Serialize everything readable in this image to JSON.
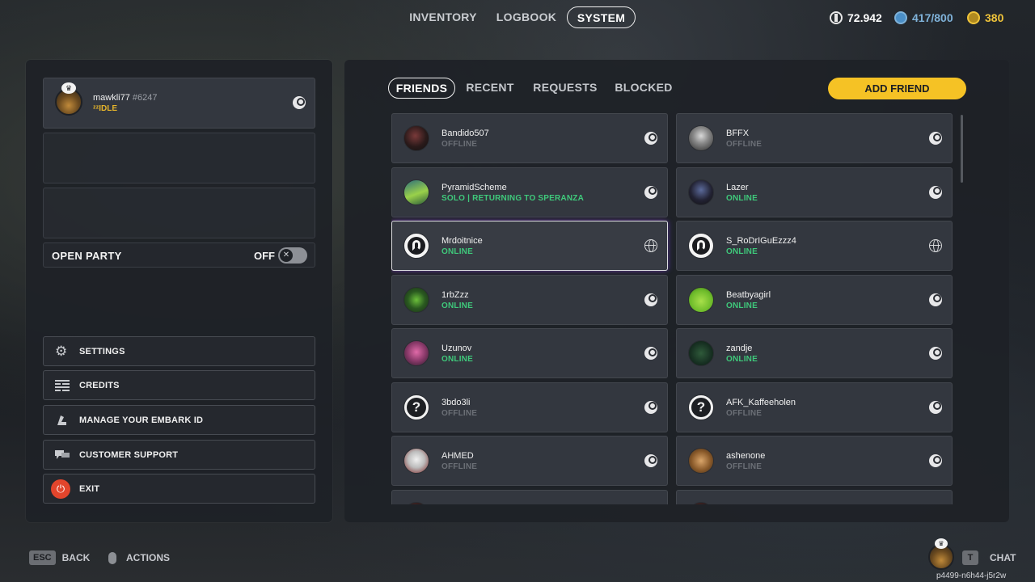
{
  "topnav": {
    "tabs": [
      {
        "label": "INVENTORY",
        "active": false
      },
      {
        "label": "LOGBOOK",
        "active": false
      },
      {
        "label": "SYSTEM",
        "active": true
      }
    ],
    "currencies": [
      {
        "icon": "coins-icon",
        "value": "72.942",
        "color": "#ffffff"
      },
      {
        "icon": "tokens-icon",
        "value": "417/800",
        "color": "#7fb2d9"
      },
      {
        "icon": "multibucks-icon",
        "value": "380",
        "color": "#f0c43a"
      }
    ]
  },
  "profile": {
    "name": "mawkli77",
    "tag": "#6247",
    "status": "IDLE",
    "status_prefix": "ᶻᶻ"
  },
  "party": {
    "label": "OPEN PARTY",
    "state": "OFF"
  },
  "menu": [
    {
      "label": "SETTINGS",
      "icon": "gear-icon"
    },
    {
      "label": "CREDITS",
      "icon": "credits-list-icon"
    },
    {
      "label": "MANAGE YOUR EMBARK ID",
      "icon": "embark-id-icon"
    },
    {
      "label": "CUSTOMER SUPPORT",
      "icon": "support-chat-icon"
    },
    {
      "label": "EXIT",
      "icon": "power-icon"
    }
  ],
  "friends_tabs": [
    {
      "label": "FRIENDS",
      "active": true
    },
    {
      "label": "RECENT",
      "active": false
    },
    {
      "label": "REQUESTS",
      "active": false
    },
    {
      "label": "BLOCKED",
      "active": false
    }
  ],
  "add_friend_label": "ADD FRIEND",
  "friends": [
    {
      "name": "Bandido507",
      "status": "OFFLINE",
      "state": "offline",
      "platform": "steam-icon",
      "avatar": "dark"
    },
    {
      "name": "BFFX",
      "status": "OFFLINE",
      "state": "offline",
      "platform": "steam-icon",
      "avatar": "portrait"
    },
    {
      "name": "PyramidScheme",
      "status": "SOLO | RETURNING TO SPERANZA",
      "state": "ingame",
      "platform": "steam-icon",
      "avatar": "pyramid"
    },
    {
      "name": "Lazer",
      "status": "ONLINE",
      "state": "online",
      "platform": "steam-icon",
      "avatar": "figure"
    },
    {
      "name": "Mrdoitnice",
      "status": "ONLINE",
      "state": "online",
      "platform": "globe-icon",
      "avatar": "embark"
    },
    {
      "name": "S_RoDrIGuEzzz4",
      "status": "ONLINE",
      "state": "online",
      "platform": "globe-icon",
      "avatar": "embark"
    },
    {
      "name": "1rbZzz",
      "status": "ONLINE",
      "state": "online",
      "platform": "steam-icon",
      "avatar": "green"
    },
    {
      "name": "Beatbyagirl",
      "status": "ONLINE",
      "state": "online",
      "platform": "steam-icon",
      "avatar": "lime"
    },
    {
      "name": "Uzunov",
      "status": "ONLINE",
      "state": "online",
      "platform": "steam-icon",
      "avatar": "pink"
    },
    {
      "name": "zandje",
      "status": "ONLINE",
      "state": "online",
      "platform": "steam-icon",
      "avatar": "forest"
    },
    {
      "name": "3bdo3li",
      "status": "OFFLINE",
      "state": "offline",
      "platform": "steam-icon",
      "avatar": "unknown"
    },
    {
      "name": "AFK_Kaffeeholen",
      "status": "OFFLINE",
      "state": "offline",
      "platform": "steam-icon",
      "avatar": "unknown"
    },
    {
      "name": "AHMED",
      "status": "OFFLINE",
      "state": "offline",
      "platform": "steam-icon",
      "avatar": "joker"
    },
    {
      "name": "ashenone",
      "status": "OFFLINE",
      "state": "offline",
      "platform": "steam-icon",
      "avatar": "monkey"
    },
    {
      "name": "",
      "status": "",
      "state": "offline",
      "platform": "steam-icon",
      "avatar": "dark"
    },
    {
      "name": "",
      "status": "",
      "state": "offline",
      "platform": "steam-icon",
      "avatar": "dark"
    }
  ],
  "bottom": {
    "back_key": "ESC",
    "back_label": "BACK",
    "actions_label": "ACTIONS",
    "chat_key": "T",
    "chat_label": "CHAT",
    "player_id": "p4499-n6h44-j5r2w"
  }
}
